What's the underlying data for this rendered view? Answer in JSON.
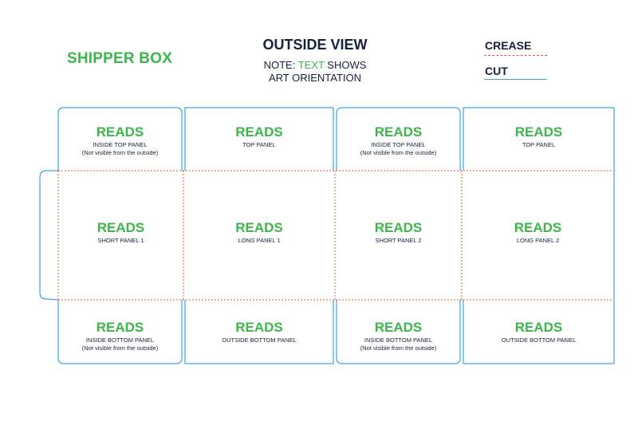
{
  "header": {
    "brand": "SHIPPER BOX",
    "view_title": "OUTSIDE VIEW",
    "note_prefix": "NOTE: ",
    "note_highlight": "TEXT",
    "note_suffix": " SHOWS",
    "note_line2": "ART ORIENTATION"
  },
  "legend": {
    "crease_label": "CREASE",
    "crease_color": "#e8553a",
    "cut_label": "CUT",
    "cut_color": "#3aa6dd"
  },
  "colors": {
    "accent": "#3cb54a",
    "text": "#16213e"
  },
  "panels": {
    "top": [
      {
        "title": "READS",
        "line1": "INSIDE TOP PANEL",
        "line2": "(Not visible from the outside)"
      },
      {
        "title": "READS",
        "line1": "TOP PANEL",
        "line2": ""
      },
      {
        "title": "READS",
        "line1": "INSIDE TOP PANEL",
        "line2": "(Not visible from the outside)"
      },
      {
        "title": "READS",
        "line1": "TOP PANEL",
        "line2": ""
      }
    ],
    "middle": [
      {
        "title": "READS",
        "line1": "SHORT PANEL 1"
      },
      {
        "title": "READS",
        "line1": "LONG PANEL 1"
      },
      {
        "title": "READS",
        "line1": "SHORT PANEL 2"
      },
      {
        "title": "READS",
        "line1": "LONG PANEL 2"
      }
    ],
    "bottom": [
      {
        "title": "READS",
        "line1": "INSIDE BOTTOM PANEL",
        "line2": "(Not visible from the outside)"
      },
      {
        "title": "READS",
        "line1": "OUTSIDE BOTTOM PANEL",
        "line2": ""
      },
      {
        "title": "READS",
        "line1": "INSIDE BOTTOM PANEL",
        "line2": "(Not visible from the outside)"
      },
      {
        "title": "READS",
        "line1": "OUTSIDE BOTTOM PANEL",
        "line2": ""
      }
    ]
  }
}
